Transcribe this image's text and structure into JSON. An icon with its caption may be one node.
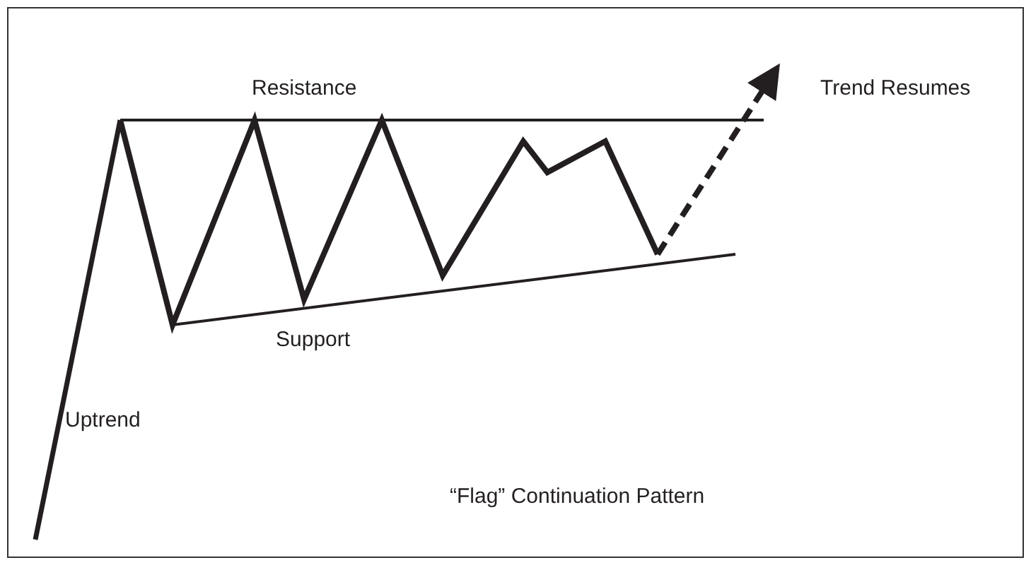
{
  "diagram": {
    "labels": [
      "Resistance",
      "Trend Resumes",
      "Support",
      "Uptrend",
      "“Flag” Continuation Pattern"
    ]
  }
}
